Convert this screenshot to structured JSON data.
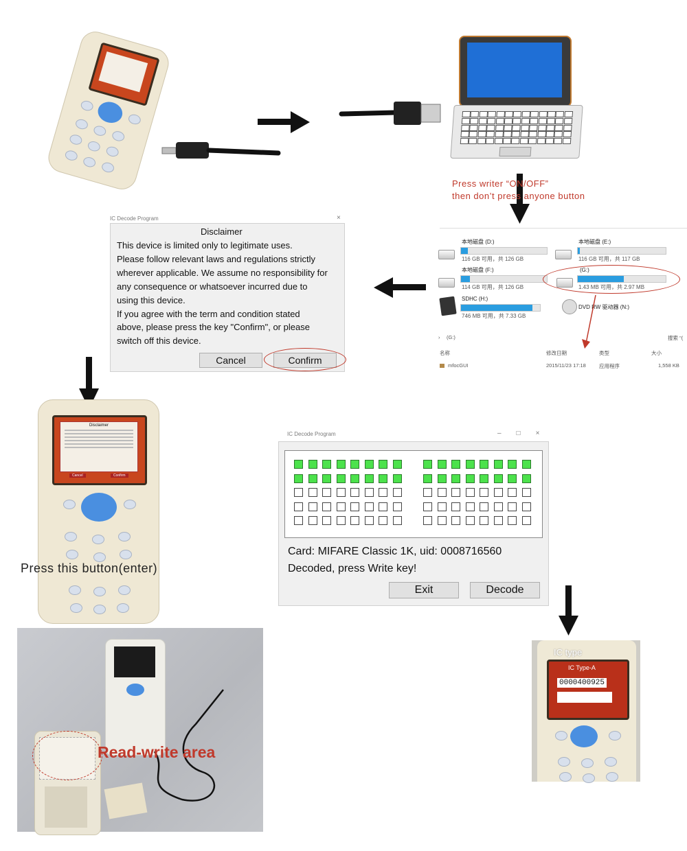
{
  "step2_caption": {
    "line1": "Press writer “ON/OFF”",
    "line2": "then don’t press anyone button"
  },
  "explorer": {
    "drives": [
      {
        "name": "本地磁盘 (D:)",
        "size": "116 GB 可用，共 126 GB",
        "fill": 0.08
      },
      {
        "name": "本地磁盘 (E:)",
        "size": "116 GB 可用，共 117 GB",
        "fill": 0.02
      },
      {
        "name": "本地磁盘 (F:)",
        "size": "114 GB 可用，共 126 GB",
        "fill": 0.1
      },
      {
        "name": "(G:)",
        "size": "1.43 MB 可用，共 2.97 MB",
        "fill": 0.52
      },
      {
        "name": "SDHC (H:)",
        "size": "746 MB 可用，共 7.33 GB",
        "fill": 0.9
      },
      {
        "name": "DVD RW 驱动器 (N:)",
        "size": "",
        "fill": 0
      }
    ],
    "path": "(G:)",
    "search": "搜索 \"(",
    "columns": [
      "名称",
      "修改日期",
      "类型",
      "大小"
    ],
    "file": {
      "name": "mfocGUI",
      "date": "2015/11/23 17:18",
      "type": "应用程序",
      "size": "1,558 KB"
    }
  },
  "disclaimer": {
    "window_title": "IC Decode Program",
    "heading": "Disclaimer",
    "lines": [
      "This device is limited only to legitimate uses.",
      "Please follow relevant laws and regulations strictly",
      "wherever applicable. We assume no responsibility for",
      "any consequence or whatsoever incurred due to",
      "using this device.",
      "If you agree with the term and condition stated",
      "above, please press the key \"Confirm\", or please",
      "switch off this device."
    ],
    "cancel_label": "Cancel",
    "confirm_label": "Confirm",
    "close_glyph": "×"
  },
  "device_screen_mini": {
    "heading": "Disclaimer",
    "cancel": "Cancel",
    "confirm": "Confirm"
  },
  "press_caption": "Press this button(enter)",
  "decode_window": {
    "title": "IC Decode Program",
    "grid": {
      "rows": 5,
      "cols_per_block": 8,
      "blocks": 2,
      "green_rows": 2
    },
    "card_line": "Card: MIFARE Classic 1K, uid: 0008716560",
    "status_line": "Decoded, press Write key!",
    "exit_label": "Exit",
    "decode_label": "Decode"
  },
  "read_write_caption": "Read-write area",
  "final_screen": {
    "header": "IC type",
    "type_label": "IC Type-A",
    "uid": "0000400925"
  },
  "colors": {
    "accent_red": "#c0392b",
    "grid_green": "#4ce24c",
    "drive_blue": "#2a9de0"
  }
}
